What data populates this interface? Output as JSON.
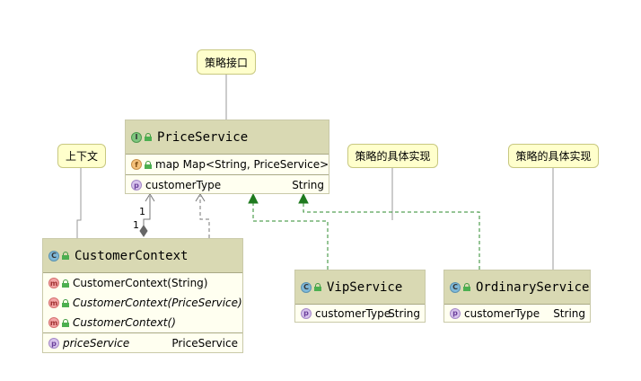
{
  "notes": {
    "strategy_interface": "策略接口",
    "context": "上下文",
    "impl_vip": "策略的具体实现",
    "impl_ordinary": "策略的具体实现"
  },
  "classes": {
    "price_service": {
      "kind_badge": "I",
      "name": "PriceService",
      "fields": [
        {
          "badge": "f",
          "name": "map",
          "type": "Map<String, PriceService>"
        }
      ],
      "properties": [
        {
          "badge": "p",
          "name": "customerType",
          "type": "String"
        }
      ]
    },
    "customer_context": {
      "kind_badge": "C",
      "name": "CustomerContext",
      "methods": [
        {
          "badge": "m",
          "text": "CustomerContext(String)",
          "italic": false
        },
        {
          "badge": "m",
          "text": "CustomerContext(PriceService)",
          "italic": true
        },
        {
          "badge": "m",
          "text": "CustomerContext()",
          "italic": true
        }
      ],
      "properties": [
        {
          "badge": "p",
          "name": "priceService",
          "type": "PriceService"
        }
      ]
    },
    "vip_service": {
      "kind_badge": "C",
      "name": "VipService",
      "properties": [
        {
          "badge": "p",
          "name": "customerType",
          "type": "String"
        }
      ]
    },
    "ordinary_service": {
      "kind_badge": "C",
      "name": "OrdinaryService",
      "properties": [
        {
          "badge": "p",
          "name": "customerType",
          "type": "String"
        }
      ]
    }
  },
  "multiplicity": {
    "top": "1",
    "bottom": "1"
  },
  "colors": {
    "realization_arrow": "#2e8b2e",
    "dependency_line": "#777777",
    "note_fill": "#ffffcc"
  }
}
